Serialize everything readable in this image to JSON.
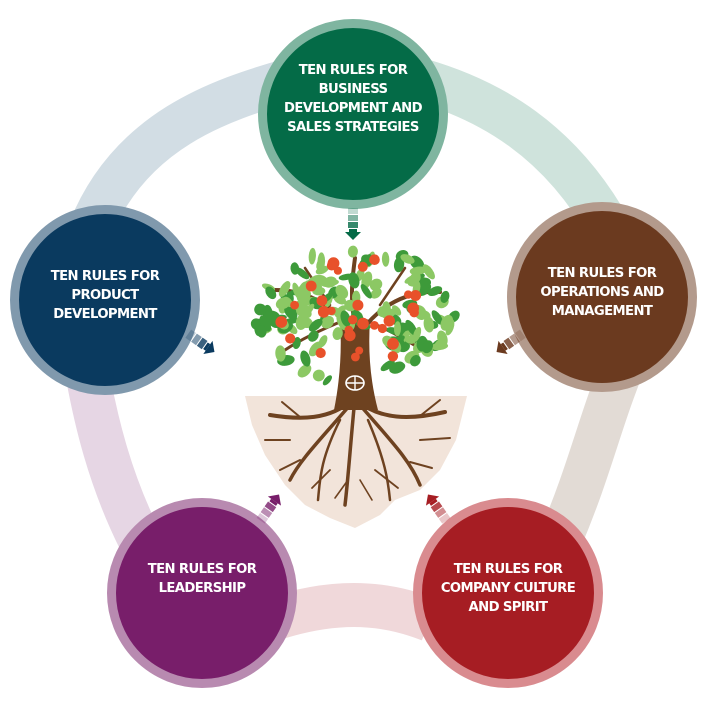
{
  "diagram": {
    "title": "Ten Rules Framework",
    "center": {
      "label": "tree-with-roots",
      "emblem": "company-logo"
    },
    "nodes": [
      {
        "id": "business",
        "prefix": "TEN RULES FOR",
        "text": "TEN RULES FOR\nBUSINESS\nDEVELOPMENT AND\nSALES STRATEGIES",
        "fill": "#046b47",
        "ring": "#7fb5a0",
        "arc": "#cfe3dc"
      },
      {
        "id": "operations",
        "prefix": "TEN RULES FOR",
        "text": "TEN RULES FOR\nOPERATIONS AND\nMANAGEMENT",
        "fill": "#6b3a1f",
        "ring": "#b39a8c",
        "arc": "#e2dbd5"
      },
      {
        "id": "culture",
        "prefix": "TEN RULES FOR",
        "text": "TEN RULES FOR\nCOMPANY CULTURE\nAND SPIRIT",
        "fill": "#a61d23",
        "ring": "#d98b8f",
        "arc": "#f0d8da"
      },
      {
        "id": "leadership",
        "prefix": "TEN RULES FOR",
        "text": "TEN RULES FOR\nLEADERSHIP",
        "fill": "#781e6a",
        "ring": "#b88ab0",
        "arc": "#e6d6e4"
      },
      {
        "id": "product",
        "prefix": "TEN RULES FOR",
        "text": "TEN RULES FOR\nPRODUCT\nDEVELOPMENT",
        "fill": "#0a3a5f",
        "ring": "#8099ad",
        "arc": "#d2dde4"
      }
    ],
    "colors": {
      "soil": "#f2e4da",
      "trunk": "#6e4220",
      "leaf_dark": "#3d9a3a",
      "leaf_light": "#8cc864",
      "fruit": "#e8512a"
    }
  }
}
